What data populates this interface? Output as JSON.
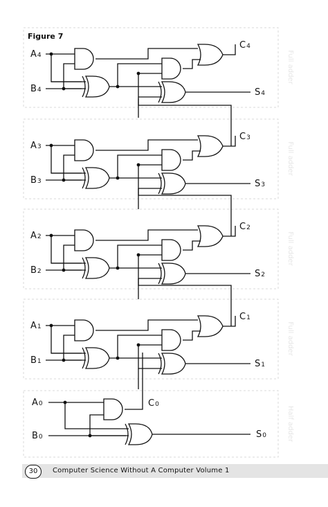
{
  "figure": {
    "title": "Figure 7"
  },
  "blocks": [
    {
      "name": "full-adder-4",
      "label": "Full adder",
      "a": "A",
      "b": "B",
      "idx": "4",
      "carry_idx": "4"
    },
    {
      "name": "full-adder-3",
      "label": "Full adder",
      "a": "A",
      "b": "B",
      "idx": "3",
      "carry_idx": "3"
    },
    {
      "name": "full-adder-2",
      "label": "Full adder",
      "a": "A",
      "b": "B",
      "idx": "2",
      "carry_idx": "2"
    },
    {
      "name": "full-adder-1",
      "label": "Full adder",
      "a": "A",
      "b": "B",
      "idx": "1",
      "carry_idx": "1"
    }
  ],
  "half_adder": {
    "label": "Half adder",
    "a": "A",
    "b": "B",
    "idx": "0",
    "carry_idx": "0"
  },
  "signals": {
    "carry": "C",
    "sum": "S"
  },
  "footer": {
    "page_number": "30",
    "title": "Computer Science Without A Computer Volume 1"
  }
}
